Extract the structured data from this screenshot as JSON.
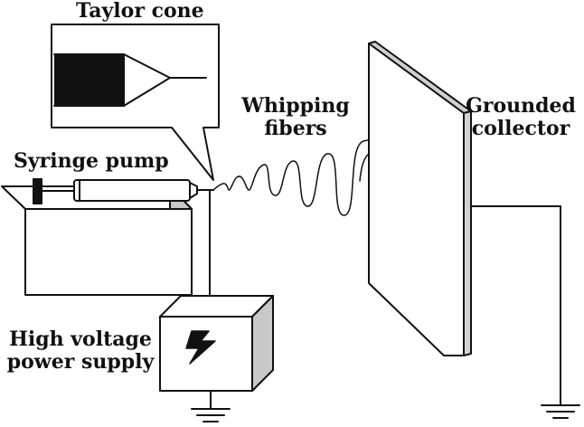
{
  "labels": {
    "taylor_cone": "Taylor cone",
    "whipping_fibers_line1": "Whipping",
    "whipping_fibers_line2": "fibers",
    "grounded_collector_line1": "Grounded",
    "grounded_collector_line2": "collector",
    "syringe_pump": "Syringe pump",
    "high_voltage_line1": "High voltage",
    "high_voltage_line2": "power supply"
  },
  "icons": {
    "lightning": "lightning-bolt-icon",
    "ground": "ground-icon"
  },
  "colors": {
    "stroke": "#111111",
    "box_fill": "#ffffff",
    "box_side": "#c8c8c8",
    "plate_side": "#d0d0d0"
  }
}
